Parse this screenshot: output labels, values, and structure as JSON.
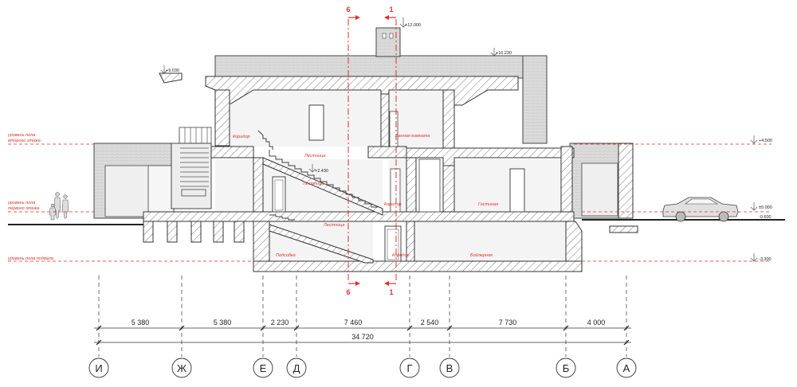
{
  "colors": {
    "cut_line": "#e0312a",
    "wall": "#333333",
    "fill": "#e9e9e9"
  },
  "icons": {
    "car": "car-icon",
    "people": "people-icon",
    "arrow": "arrow-icon"
  },
  "section_marks": {
    "s6": "6",
    "s1": "1"
  },
  "elevations": {
    "top": "+12.000",
    "roof": "+10.230",
    "canopy": "+9.030",
    "second_floor": "+4.500",
    "stair": "+2.430",
    "first_floor": "±0.000",
    "ground": "-0.600",
    "basement": "-3.300"
  },
  "levels": {
    "second": [
      "уровень пола",
      "второго этажа"
    ],
    "first": [
      "уровень пола",
      "первого этажа"
    ],
    "basement": [
      "уровень пола подвала"
    ]
  },
  "rooms": {
    "corridor_upper": "Коридор",
    "stair_upper": "Лестница",
    "bathroom": "Ванная комната",
    "stair_lower": "Лестница",
    "corridor_mid": "Коридор",
    "living": "Гостиная",
    "stair_base": "Лестница",
    "storage": "Подсобка",
    "corridor_base": "Коридор",
    "boiler": "Бойлерная"
  },
  "dimensions": {
    "segments": [
      "5 380",
      "5 380",
      "2 230",
      "7 460",
      "2 540",
      "7 730",
      "4 000"
    ],
    "total": "34 720"
  },
  "axes": [
    "И",
    "Ж",
    "Е",
    "Д",
    "Г",
    "В",
    "Б",
    "А"
  ]
}
